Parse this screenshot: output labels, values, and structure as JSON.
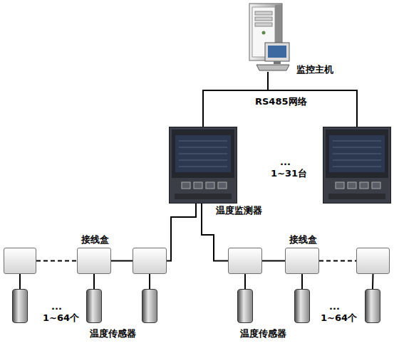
{
  "diagram": {
    "nodes": [
      {
        "text": [
          "监控主机"
        ]
      },
      {
        "text": [
          "温度监测器"
        ]
      },
      {
        "text": []
      },
      {
        "text": []
      },
      {
        "text": [
          "接线盒"
        ]
      },
      {
        "text": []
      },
      {
        "text": []
      },
      {
        "text": [
          "接线盒"
        ]
      },
      {
        "text": []
      },
      {
        "text": []
      },
      {
        "text": []
      },
      {
        "text": []
      },
      {
        "text": []
      },
      {
        "text": []
      },
      {
        "text": []
      }
    ],
    "edges": [
      {
        "from": 0,
        "to": 1,
        "arrow": "none"
      },
      {
        "from": 0,
        "to": 2,
        "arrow": "none"
      },
      {
        "from": 1,
        "to": 5,
        "arrow": "none"
      },
      {
        "from": 1,
        "to": 6,
        "arrow": "none"
      },
      {
        "from": 3,
        "to": 4,
        "arrow": "none"
      },
      {
        "from": 4,
        "to": 5,
        "arrow": "none"
      },
      {
        "from": 6,
        "to": 7,
        "arrow": "none"
      },
      {
        "from": 7,
        "to": 8,
        "arrow": "none"
      },
      {
        "from": 3,
        "to": 9,
        "arrow": "none"
      },
      {
        "from": 4,
        "to": 10,
        "arrow": "none"
      },
      {
        "from": 5,
        "to": 11,
        "arrow": "none"
      },
      {
        "from": 6,
        "to": 12,
        "arrow": "none"
      },
      {
        "from": 7,
        "to": 13,
        "arrow": "none"
      },
      {
        "from": 8,
        "to": 14,
        "arrow": "none"
      }
    ],
    "labels": [
      "RS485网络",
      "...",
      "1~31台",
      "...",
      "1~64个",
      "温度传感器",
      "...",
      "1~64个",
      "温度传感器"
    ]
  }
}
